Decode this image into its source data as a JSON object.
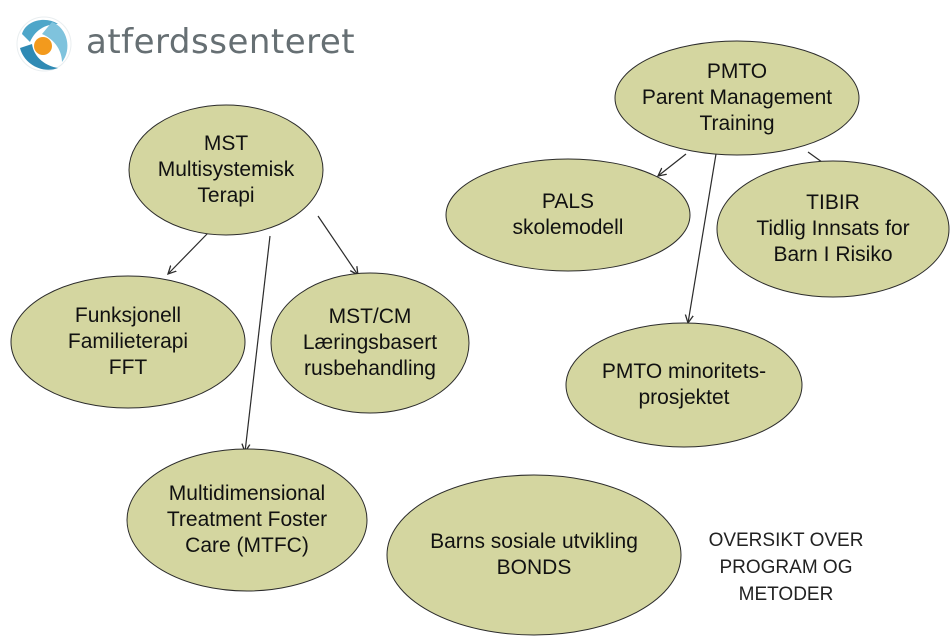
{
  "logo": {
    "text": "atferdssenteret",
    "icon": "atferdssenteret-logo-icon"
  },
  "colors": {
    "node_fill": "#d4d6a0",
    "node_stroke": "#2b2b2b",
    "arrow": "#2b2b2b"
  },
  "nodes": {
    "mst": {
      "lines": [
        "MST",
        "Multisystemisk",
        "Terapi"
      ]
    },
    "pmto": {
      "lines": [
        "PMTO",
        "Parent Management",
        "Training"
      ]
    },
    "pals": {
      "lines": [
        "PALS",
        "skolemodell"
      ]
    },
    "tibir": {
      "lines": [
        "TIBIR",
        "Tidlig Innsats for",
        "Barn I Risiko"
      ]
    },
    "fft": {
      "lines": [
        "Funksjonell",
        "Familieterapi",
        "FFT"
      ]
    },
    "mstcm": {
      "lines": [
        "MST/CM",
        "Læringsbasert",
        "rusbehandling"
      ]
    },
    "pmto_min": {
      "lines": [
        "PMTO minoritets-",
        "prosjektet"
      ]
    },
    "mtfc": {
      "lines": [
        "Multidimensional",
        "Treatment Foster",
        "Care (MTFC)"
      ]
    },
    "bonds": {
      "lines": [
        "Barns sosiale utvikling",
        "BONDS"
      ]
    }
  },
  "caption": {
    "lines": [
      "OVERSIKT OVER",
      "PROGRAM OG",
      "METODER"
    ]
  }
}
